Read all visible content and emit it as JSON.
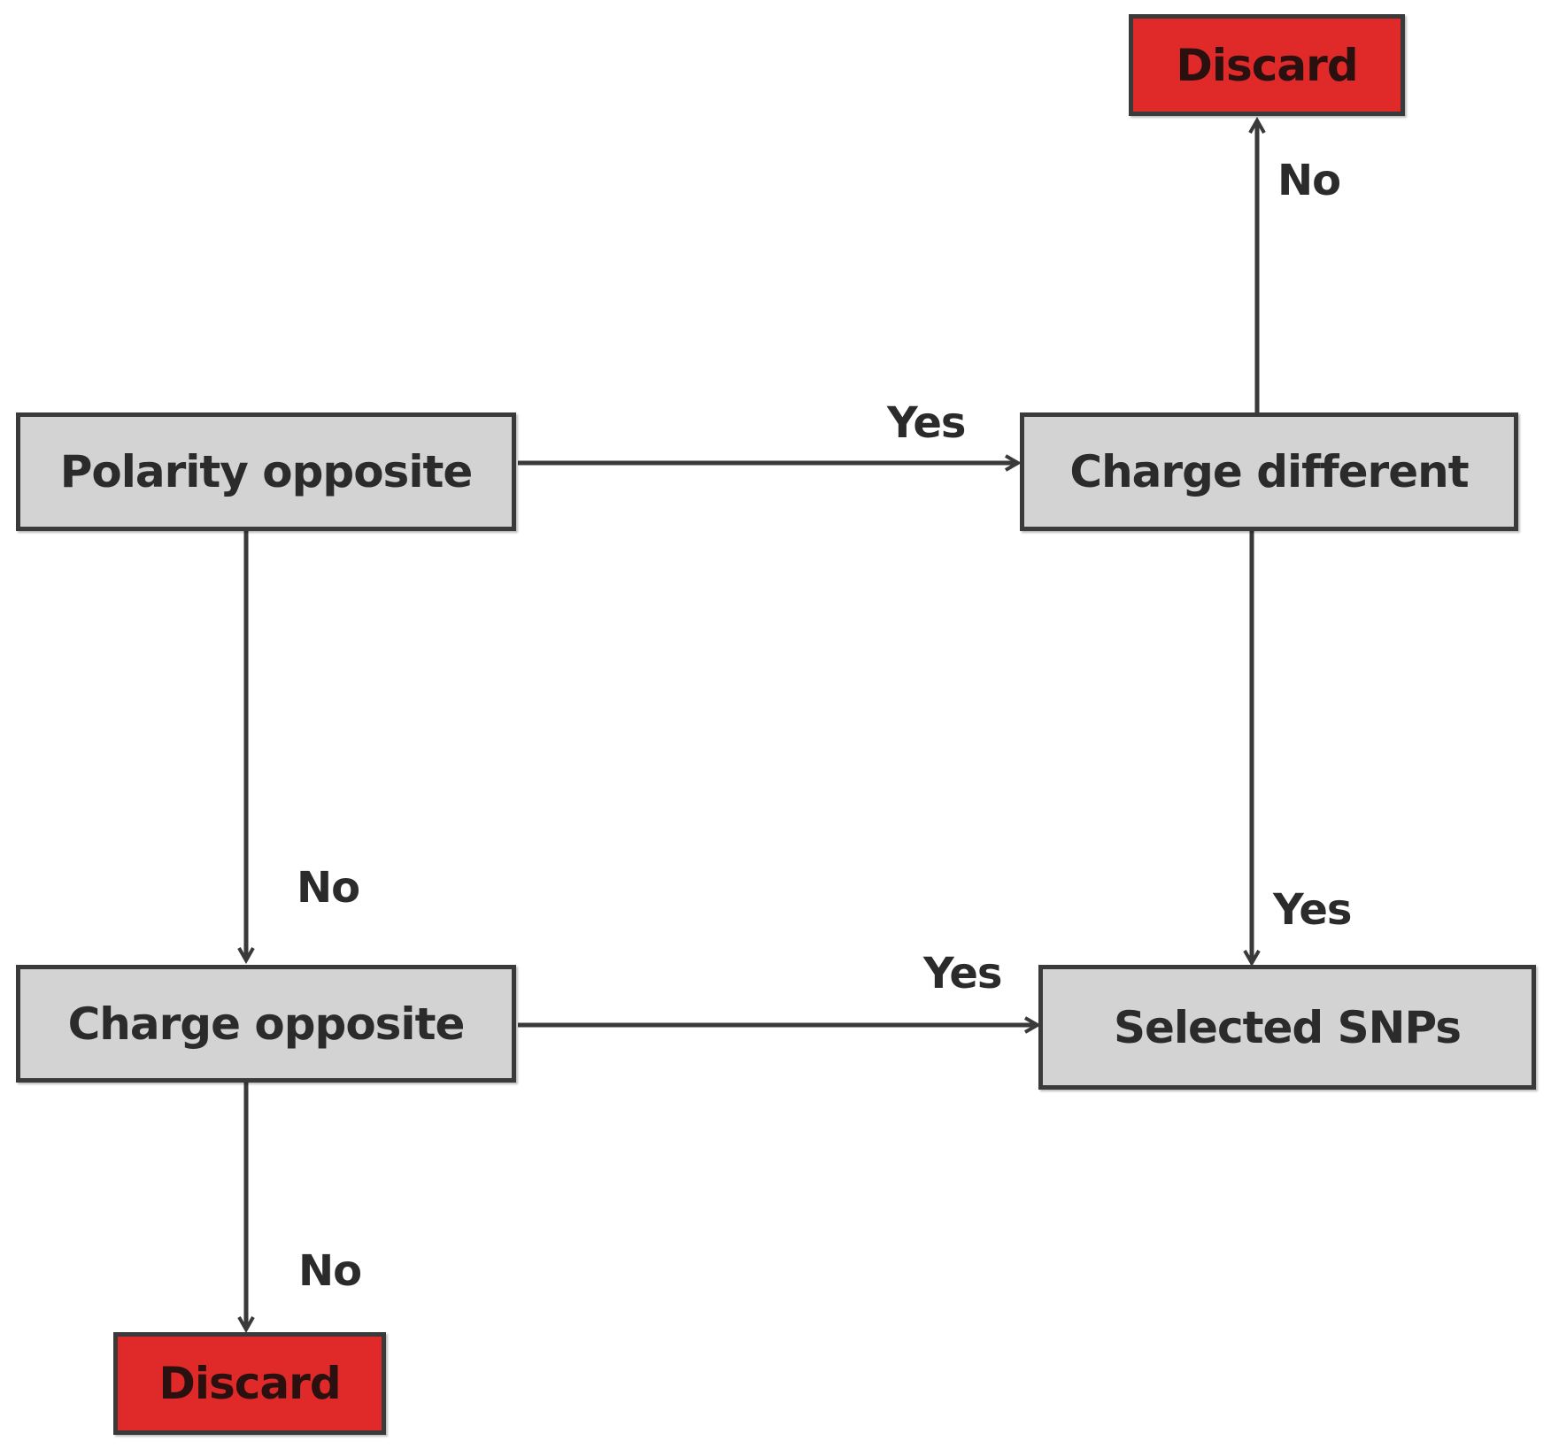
{
  "nodes": {
    "polarity_opposite": "Polarity opposite",
    "charge_different": "Charge different",
    "charge_opposite": "Charge opposite",
    "selected_snps": "Selected SNPs",
    "discard_top": "Discard",
    "discard_bottom": "Discard"
  },
  "edges": {
    "polarity_to_charge_different": "Yes",
    "charge_different_to_discard": "No",
    "polarity_to_charge_opposite": "No",
    "charge_different_to_selected": "Yes",
    "charge_opposite_to_selected": "Yes",
    "charge_opposite_to_discard": "No"
  },
  "colors": {
    "process_fill": "#d3d3d3",
    "discard_fill": "#e02a2a",
    "stroke": "#3a3a3a"
  }
}
